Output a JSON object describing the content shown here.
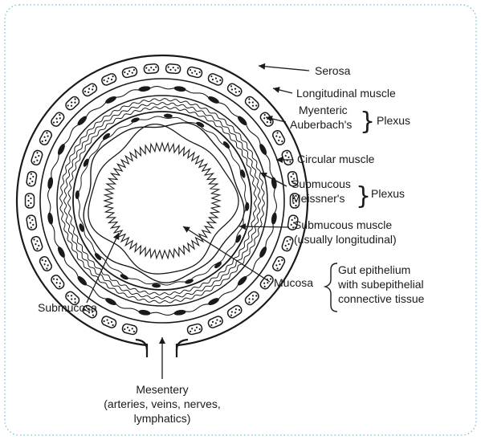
{
  "labels": {
    "serosa": "Serosa",
    "longitudinal_muscle": "Longitudinal muscle",
    "myenteric": "Myenteric",
    "auerbach": "Auberbach's",
    "plexus_1": "Plexus",
    "circular_muscle": "Circular muscle",
    "submucous": "Submucous",
    "meissner": "Meissner's",
    "plexus_2": "Plexus",
    "submucous_muscle": "Submucous muscle",
    "submucous_muscle_note": "(usually longitudinal)",
    "mucosa": "Mucosa",
    "gut_epithelium": "Gut epithelium",
    "with_subepithelial": "with subepithelial",
    "connective_tissue": "connective tissue",
    "submucosa": "Submucosa",
    "mesentery": "Mesentery",
    "mesentery_note_1": "(arteries, veins, nerves,",
    "mesentery_note_2": "lymphatics)"
  },
  "colors": {
    "frame_border": "#6cc4d6",
    "ink": "#1a1a1a",
    "background": "#ffffff"
  }
}
